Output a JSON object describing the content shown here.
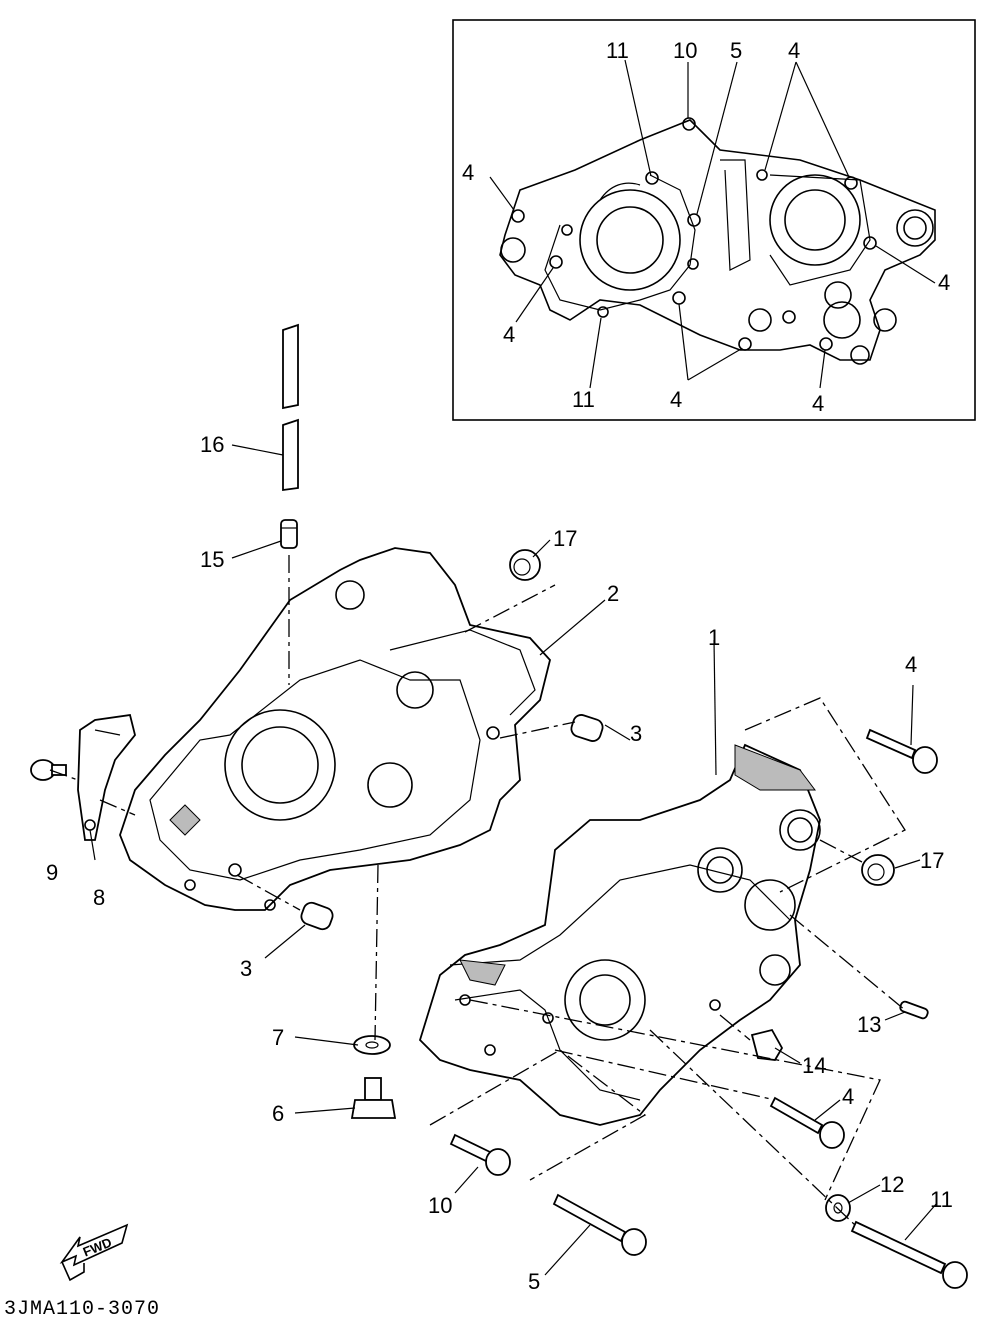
{
  "diagram_code": "3JMA110-3070",
  "fwd_label": "FWD",
  "inset_labels": {
    "l11_top": "11",
    "l10_top": "10",
    "l5_top": "5",
    "l4_top": "4",
    "l4_left_top": "4",
    "l4_right": "4",
    "l4_left_bottom": "4",
    "l11_bottom": "11",
    "l4_bottom_mid": "4",
    "l4_bottom_right": "4"
  },
  "labels": {
    "l16": "16",
    "l15": "15",
    "l17_top": "17",
    "l2": "2",
    "l1": "1",
    "l4_right_top": "4",
    "l3_right": "3",
    "l9": "9",
    "l8": "8",
    "l3_left": "3",
    "l17_right": "17",
    "l13": "13",
    "l14": "14",
    "l7": "7",
    "l6": "6",
    "l4_bottom": "4",
    "l10": "10",
    "l12": "12",
    "l11": "11",
    "l5": "5"
  }
}
